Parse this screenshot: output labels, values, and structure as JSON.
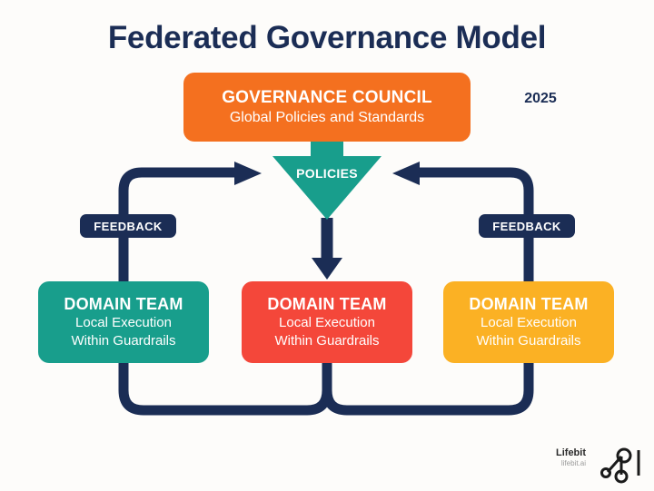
{
  "page": {
    "title": "Federated Governance Model",
    "year": "2025",
    "background_color": "#fdfcfa"
  },
  "colors": {
    "navy": "#1b2d55",
    "orange": "#f4701f",
    "teal": "#189e8c",
    "red": "#f4473a",
    "yellow": "#fbb124",
    "white": "#ffffff"
  },
  "council": {
    "title": "GOVERNANCE COUNCIL",
    "subtitle": "Global Policies and Standards",
    "color": "#f4701f"
  },
  "policies_arrow": {
    "label": "POLICIES",
    "color": "#189e8c",
    "direction": "down"
  },
  "feedback_labels": [
    {
      "label": "FEEDBACK",
      "side": "left"
    },
    {
      "label": "FEEDBACK",
      "side": "right"
    }
  ],
  "teams": [
    {
      "title": "DOMAIN TEAM",
      "line1": "Local Execution",
      "line2": "Within Guardrails",
      "color": "#189e8c"
    },
    {
      "title": "DOMAIN TEAM",
      "line1": "Local Execution",
      "line2": "Within Guardrails",
      "color": "#f4473a"
    },
    {
      "title": "DOMAIN TEAM",
      "line1": "Local Execution",
      "line2": "Within Guardrails",
      "color": "#fbb124"
    }
  ],
  "brand": {
    "name": "Lifebit",
    "url": "lifebit.ai"
  }
}
